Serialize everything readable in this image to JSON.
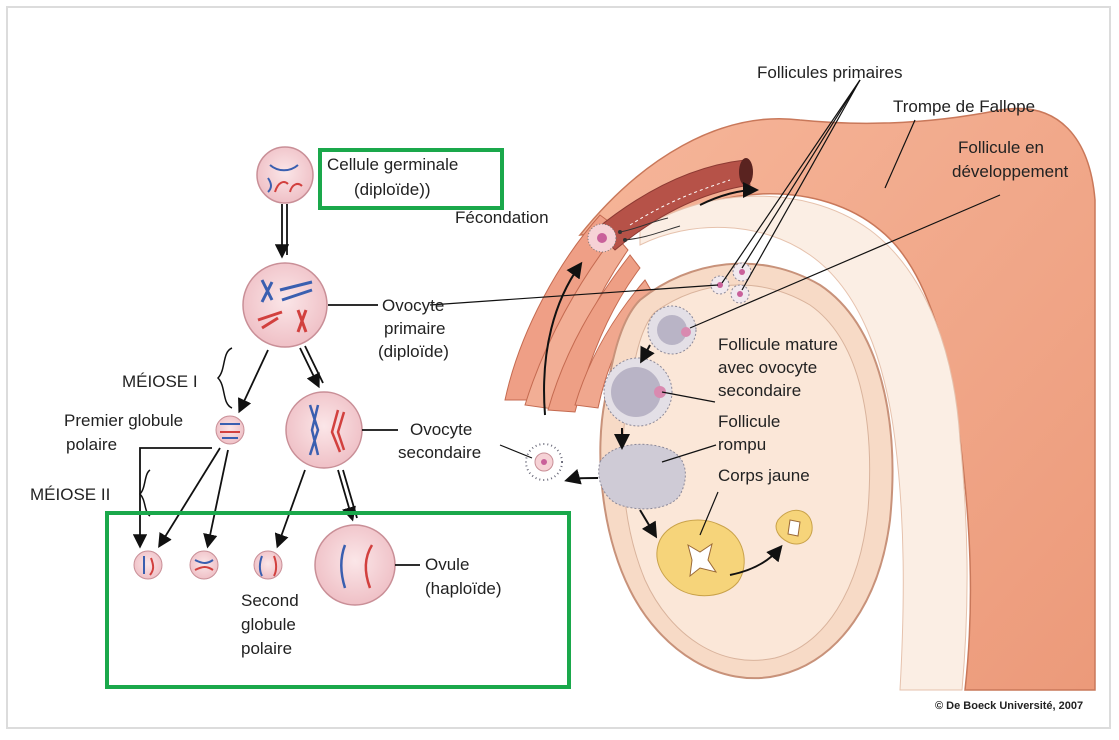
{
  "labels": {
    "follicules_primaires": "Follicules primaires",
    "trompe_line1": "Trompe de Fallope",
    "follicule_dev_line1": "Follicule en",
    "follicule_dev_line2": "développement",
    "cellule_line1": "Cellule germinale",
    "cellule_line2": "(diploïde))",
    "fecondation": "Fécondation",
    "ovocyte1_line1": "Ovocyte",
    "ovocyte1_line2": "primaire",
    "ovocyte1_line3": "(diploïde)",
    "meiose1": "MÉIOSE I",
    "meiose2": "MÉIOSE II",
    "premier_line1": "Premier globule",
    "premier_line2": "polaire",
    "ovocyte2_line1": "Ovocyte",
    "ovocyte2_line2": "secondaire",
    "follicule_mature_line1": "Follicule mature",
    "follicule_mature_line2": "avec ovocyte",
    "follicule_mature_line3": "secondaire",
    "follicule_rompu_line1": "Follicule",
    "follicule_rompu_line2": "rompu",
    "corps_jaune": "Corps jaune",
    "ovule_line1": "Ovule",
    "ovule_line2": "(haploïde)",
    "second_line1": "Second",
    "second_line2": "globule",
    "second_line3": "polaire",
    "credit": "© De Boeck Université, 2007"
  },
  "colors": {
    "highlight": "#1aa84b",
    "cell_fill": "#f6d2d6",
    "cell_stroke": "#c98f97",
    "chrom_blue": "#3a5fb0",
    "chrom_red": "#d2403e",
    "tube": "#f0a27c",
    "ovary": "#f7dac6",
    "corpus": "#f6d47a"
  }
}
